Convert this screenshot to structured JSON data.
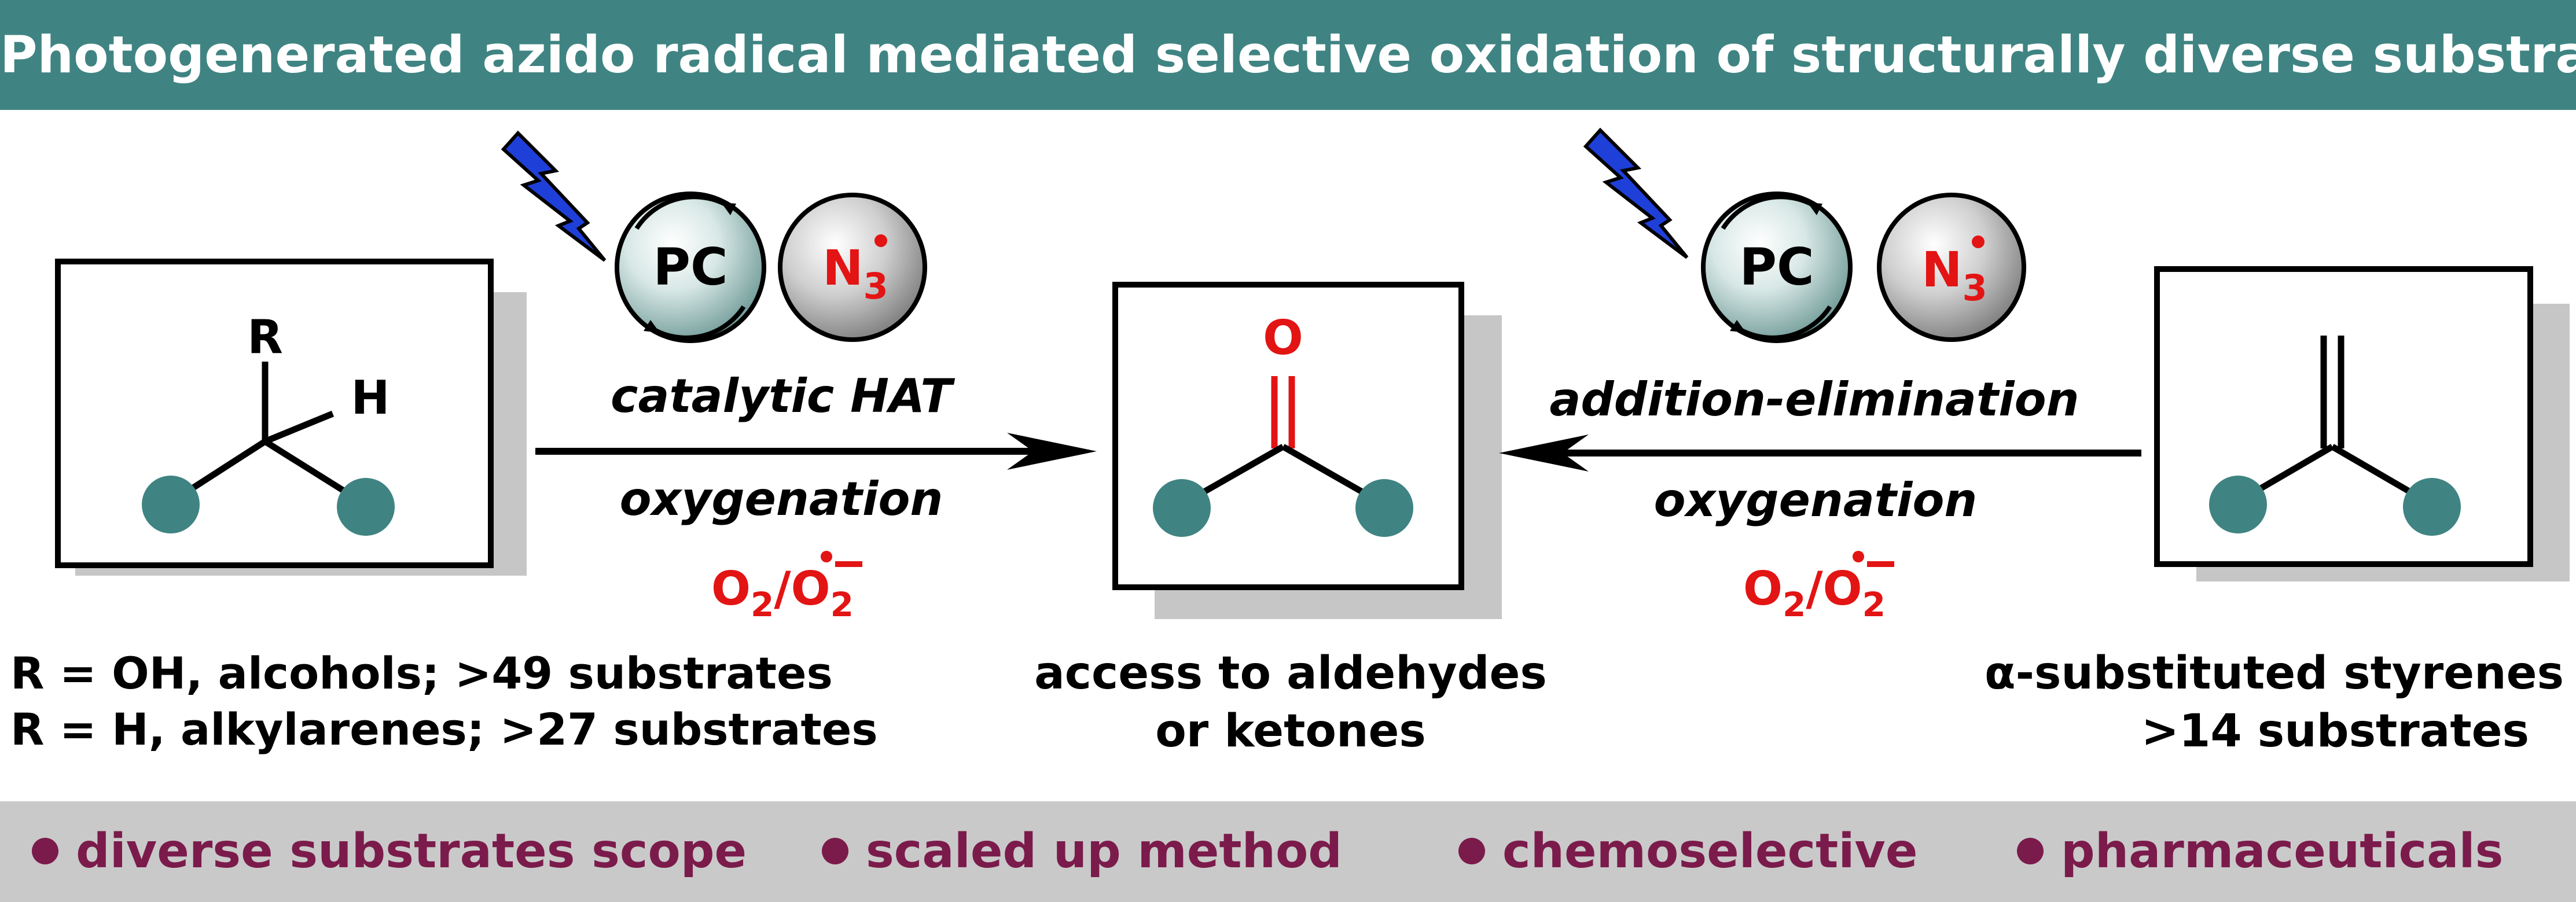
{
  "banner": {
    "title": "Photogenerated azido radical mediated selective oxidation of structurally diverse substrates"
  },
  "left_pathway": {
    "catalyst": "PC",
    "radical_main": "N",
    "radical_sub": "3",
    "condition_top": "catalytic HAT",
    "condition_bottom": "oxygenation",
    "oxidant_o": "O",
    "oxidant_sub1": "2",
    "oxidant_sep": "/O",
    "oxidant_sub2": "2"
  },
  "right_pathway": {
    "catalyst": "PC",
    "radical_main": "N",
    "radical_sub": "3",
    "condition_top": "addition-elimination",
    "condition_bottom": "oxygenation",
    "oxidant_o": "O",
    "oxidant_sub1": "2",
    "oxidant_sep": "/O",
    "oxidant_sub2": "2"
  },
  "left_substrate": {
    "label_r": "R",
    "label_h": "H",
    "caption_line1": "R = OH, alcohols; >49 substrates",
    "caption_line2": "R = H, alkylarenes; >27 substrates"
  },
  "product": {
    "label_o": "O",
    "caption_line1": "access to aldehydes",
    "caption_line2": "or ketones"
  },
  "right_substrate": {
    "caption_line1": "α-substituted styrenes",
    "caption_line2": ">14 substrates"
  },
  "footer": {
    "features": [
      "diverse substrates scope",
      "scaled up method",
      "chemoselective",
      "pharmaceuticals"
    ]
  },
  "colors": {
    "banner": "#3f8482",
    "node": "#3f8482",
    "accent_red": "#e31414",
    "feature_text": "#7b1b4b",
    "footer_bg": "#c9c9c9",
    "box_shadow": "#c6c6c6",
    "lightning": "#1f3fd9"
  }
}
